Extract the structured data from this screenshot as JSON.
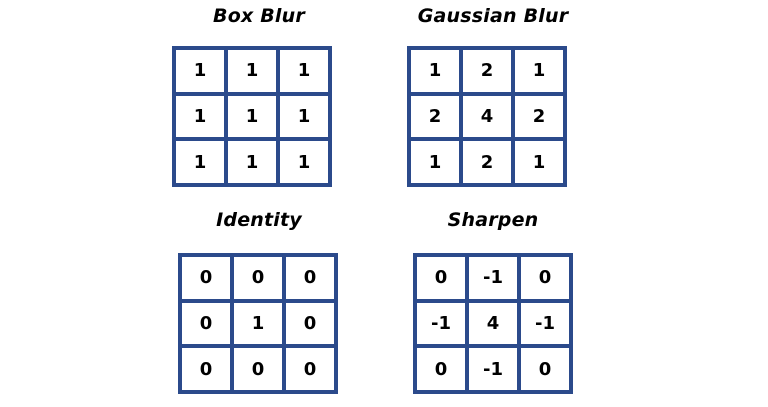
{
  "colors": {
    "grid_border": "#2b4a8b",
    "text": "#000000",
    "background": "#ffffff"
  },
  "kernels": [
    {
      "title": "Box Blur",
      "matrix": [
        [
          "1",
          "1",
          "1"
        ],
        [
          "1",
          "1",
          "1"
        ],
        [
          "1",
          "1",
          "1"
        ]
      ]
    },
    {
      "title": "Gaussian Blur",
      "matrix": [
        [
          "1",
          "2",
          "1"
        ],
        [
          "2",
          "4",
          "2"
        ],
        [
          "1",
          "2",
          "1"
        ]
      ]
    },
    {
      "title": "Identity",
      "matrix": [
        [
          "0",
          "0",
          "0"
        ],
        [
          "0",
          "1",
          "0"
        ],
        [
          "0",
          "0",
          "0"
        ]
      ]
    },
    {
      "title": "Sharpen",
      "matrix": [
        [
          "0",
          "-1",
          "0"
        ],
        [
          "-1",
          "4",
          "-1"
        ],
        [
          "0",
          "-1",
          "0"
        ]
      ]
    }
  ]
}
